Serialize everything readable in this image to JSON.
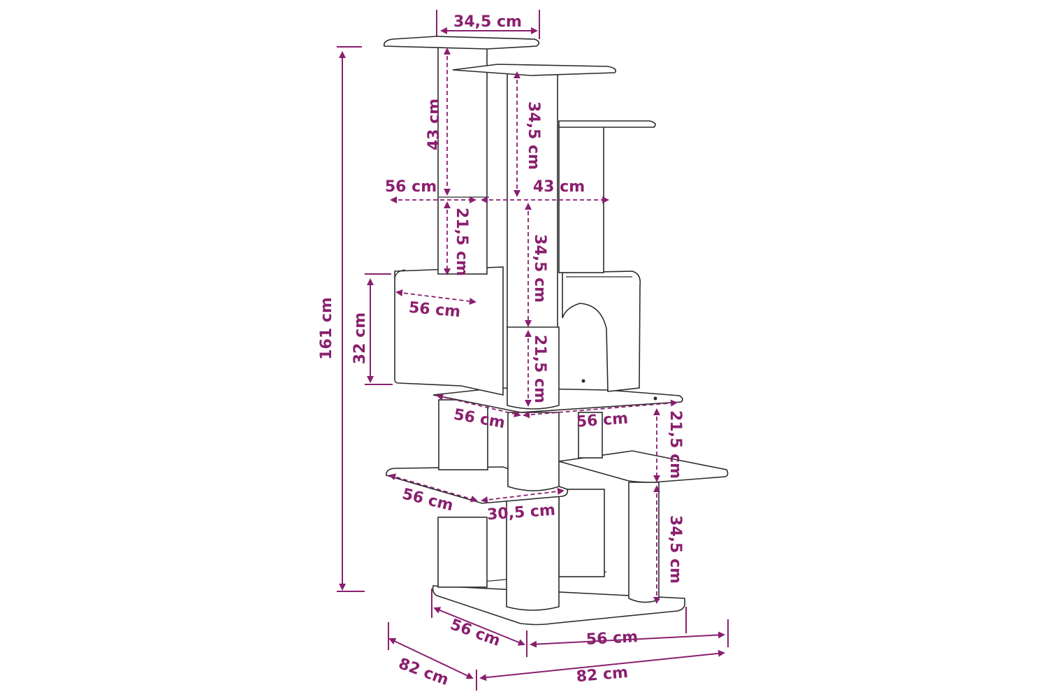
{
  "colors": {
    "dimension": "#8a1f6e",
    "outline": "#2b2b2b",
    "background": "#ffffff"
  },
  "labels": {
    "top_width": "34,5 cm",
    "total_height": "161 cm",
    "post_top_left": "43 cm",
    "post_top_center": "34,5 cm",
    "platform_depth_left": "56 cm",
    "platform_width_right": "43 cm",
    "post_mid_left": "21,5 cm",
    "post_mid_center": "34,5 cm",
    "condo_width": "56 cm",
    "condo_height": "32 cm",
    "post_lower_center": "21,5 cm",
    "deck_depth": "56 cm",
    "deck_width": "56 cm",
    "side_post_upper": "21,5 cm",
    "lower_platform_depth": "56 cm",
    "lower_platform_width": "30,5 cm",
    "side_post_lower": "34,5 cm",
    "base_depth": "56 cm",
    "base_width": "56 cm",
    "footprint_depth": "82 cm",
    "footprint_width": "82 cm"
  }
}
